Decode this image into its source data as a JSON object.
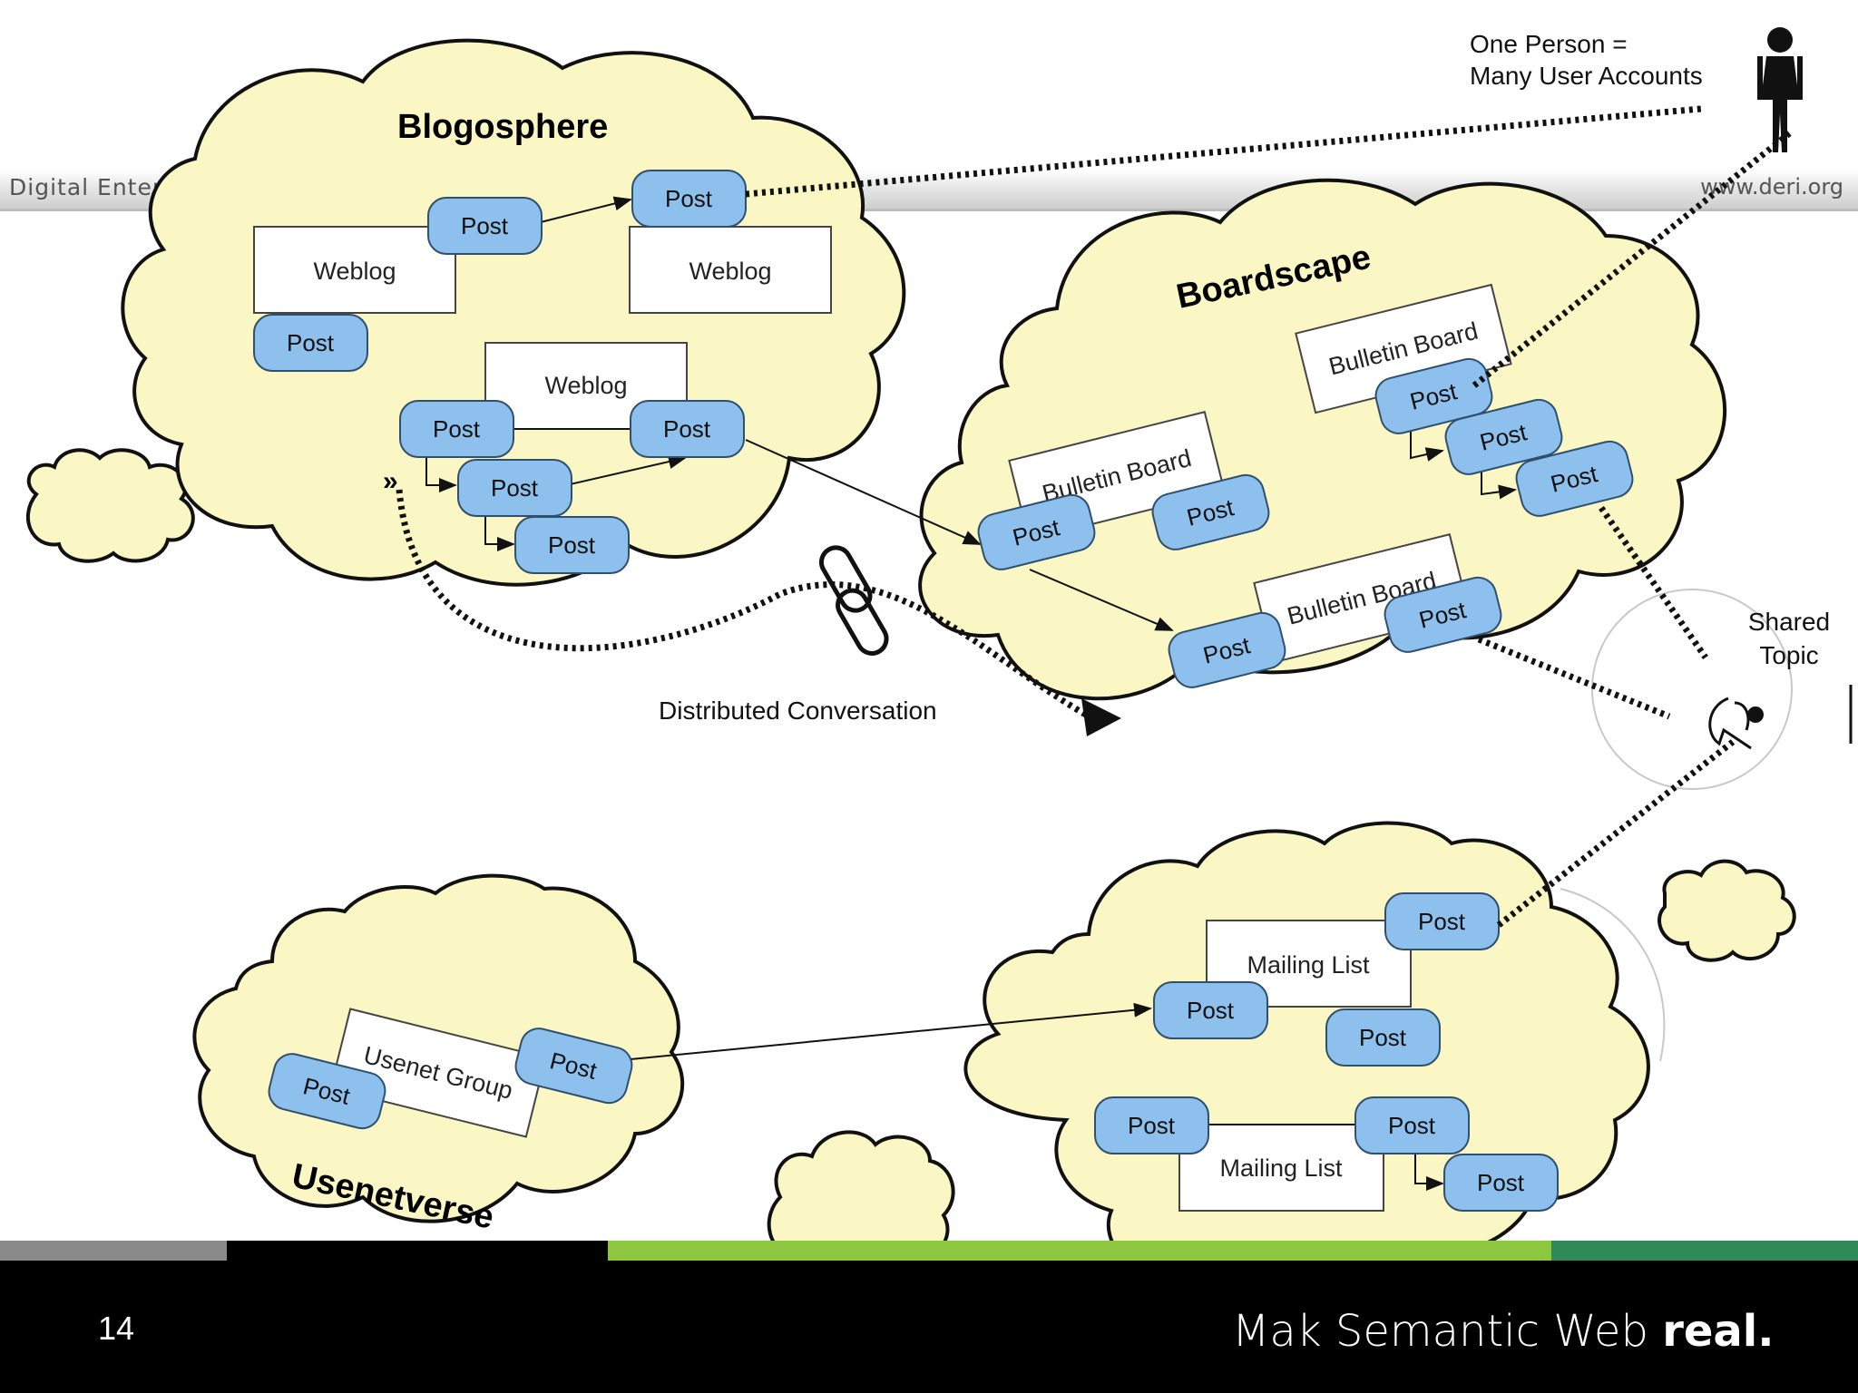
{
  "slide": {
    "header_left": "Digital Enterprise",
    "header_right": "www.deri.org",
    "page_number": "14",
    "tagline_light": "Mak   Semantic Web ",
    "tagline_bold": "real."
  },
  "legend": {
    "person_line1": "One Person =",
    "person_line2": "Many User Accounts",
    "shared_topic_line1": "Shared",
    "shared_topic_line2": "Topic",
    "distributed_conversation": "Distributed Conversation"
  },
  "clouds": {
    "blogosphere": {
      "title": "Blogosphere",
      "containers": [
        "Weblog",
        "Weblog",
        "Weblog"
      ],
      "posts": [
        "Post",
        "Post",
        "Post",
        "Post",
        "Post",
        "Post",
        "Post"
      ]
    },
    "boardscape": {
      "title": "Boardscape",
      "containers": [
        "Bulletin Board",
        "Bulletin Board",
        "Bulletin Board"
      ],
      "posts": [
        "Post",
        "Post",
        "Post",
        "Post",
        "Post",
        "Post",
        "Post"
      ]
    },
    "usenetverse": {
      "title": "Usenetverse",
      "containers": [
        "Usenet Group"
      ],
      "posts": [
        "Post",
        "Post"
      ]
    },
    "listspace": {
      "title": "Listspace",
      "containers": [
        "Mailing List",
        "Mailing List"
      ],
      "posts": [
        "Post",
        "Post",
        "Post",
        "Post",
        "Post",
        "Post"
      ]
    }
  },
  "colors": {
    "cloud_fill": "#fbf7c4",
    "post_fill": "#8ec0ee",
    "footer": "#000000",
    "accent_green": "#8dc63f"
  }
}
